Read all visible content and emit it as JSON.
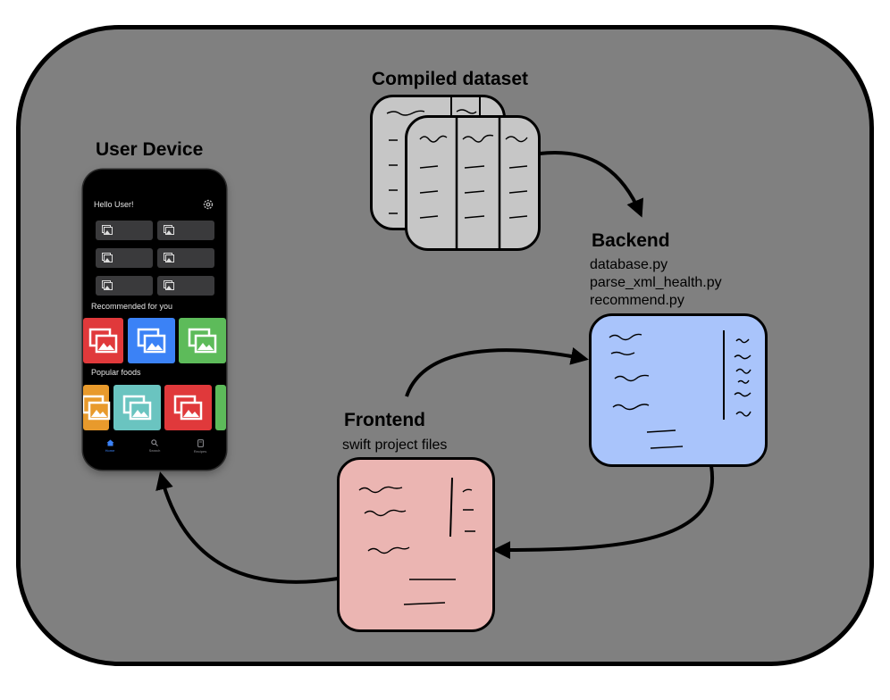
{
  "diagram": {
    "user_device": {
      "title": "User Device"
    },
    "compiled_dataset": {
      "title": "Compiled dataset"
    },
    "backend": {
      "title": "Backend",
      "files": [
        "database.py",
        "parse_xml_health.py",
        "recommend.py"
      ]
    },
    "frontend": {
      "title": "Frontend",
      "files": "swift project files"
    },
    "colors": {
      "frame": "#808080",
      "dataset_card": "#c6c6c6",
      "backend_card": "#a9c4fb",
      "frontend_card": "#ebb5b2"
    }
  },
  "phone": {
    "greeting": "Hello User!",
    "settings_icon": "gear-icon",
    "section_recommended": "Recommended for you",
    "section_popular": "Popular foods",
    "tabs": [
      {
        "label": "Home",
        "icon": "house-icon"
      },
      {
        "label": "Search",
        "icon": "search-icon"
      },
      {
        "label": "Recipes",
        "icon": "book-icon"
      }
    ],
    "colors": {
      "red": "#e0393b",
      "blue": "#3b82f6",
      "green": "#5dbb5a",
      "orange": "#e89a2c",
      "teal": "#6ac4c0",
      "accent": "#3b82f6"
    }
  }
}
